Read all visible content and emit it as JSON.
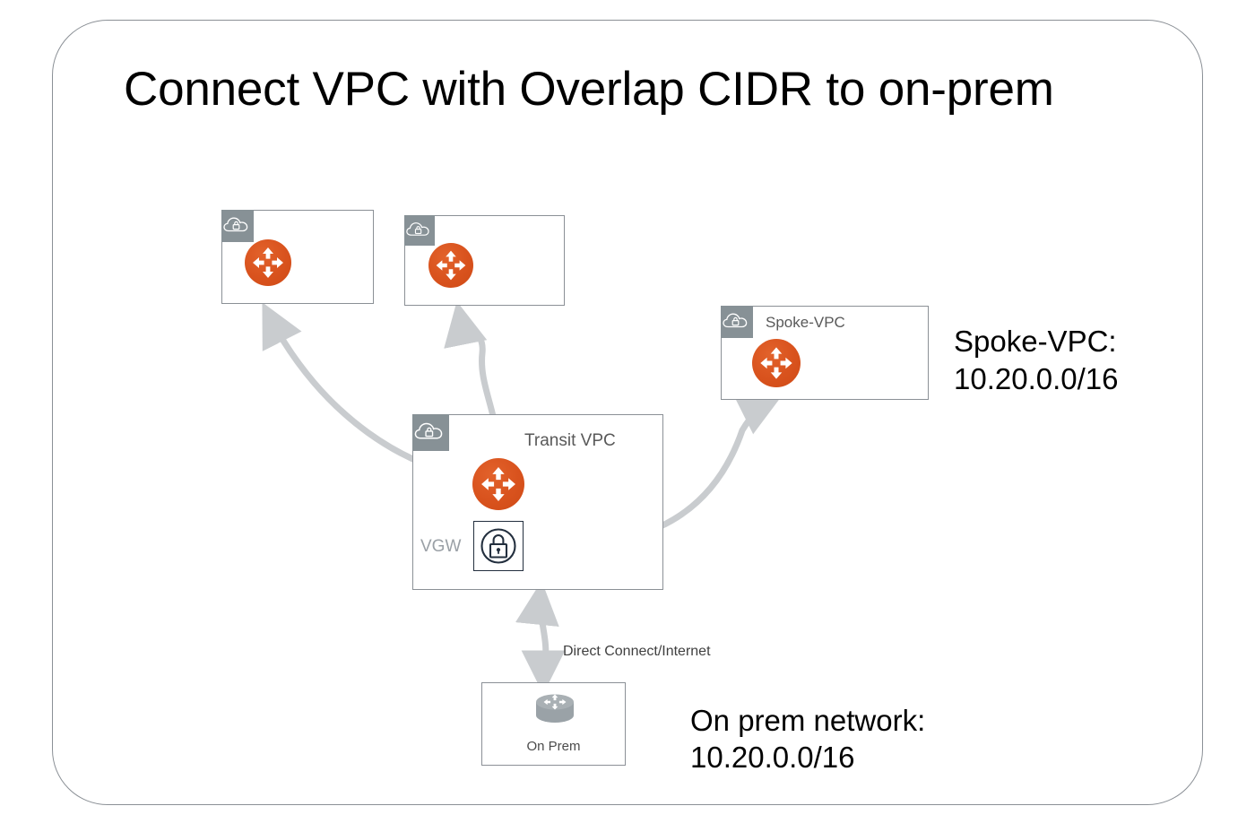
{
  "slide": {
    "title": "Connect VPC with Overlap CIDR to on-prem",
    "frame_color": "#8b9096",
    "background": "#ffffff"
  },
  "palette": {
    "router_orange": "#d9531e",
    "vpc_badge_gray": "#879196",
    "box_border_gray": "#8b9096",
    "arrow_gray": "#c9cccf",
    "dark_arrow_gray": "#8e9295",
    "vgw_navy": "#232f3e",
    "label_gray": "#595959",
    "vgw_label_gray": "#9aa0a6",
    "title_black": "#000000"
  },
  "nodes": {
    "vpc_top_left": {
      "label": "",
      "badge_icon": "vpc-cloud-lock-icon",
      "device_icon": "router-icon"
    },
    "vpc_top_middle": {
      "label": "",
      "badge_icon": "vpc-cloud-lock-icon",
      "device_icon": "router-icon"
    },
    "spoke_vpc": {
      "label": "Spoke-VPC",
      "badge_icon": "vpc-cloud-lock-icon",
      "device_icon": "router-icon"
    },
    "transit_vpc": {
      "label": "Transit VPC",
      "badge_icon": "vpc-cloud-lock-icon",
      "device_icon": "router-icon",
      "vgw_label": "VGW",
      "vgw_icon": "vgw-lock-icon"
    },
    "on_prem": {
      "label": "On Prem",
      "device_icon": "on-prem-router-icon"
    }
  },
  "edges": {
    "direct_connect": {
      "label": "Direct Connect/Internet",
      "from": "transit_vpc",
      "to": "on_prem",
      "style": "double-headed"
    },
    "transit_to_top_left": {
      "label": "",
      "from": "transit_vpc",
      "to": "vpc_top_left",
      "style": "single-headed"
    },
    "transit_to_top_middle": {
      "label": "",
      "from": "transit_vpc",
      "to": "vpc_top_middle",
      "style": "double-headed"
    },
    "vgw_to_spoke": {
      "label": "",
      "from": "transit_vpc_vgw",
      "to": "spoke_vpc",
      "style": "double-headed"
    },
    "router_to_vgw": {
      "label": "",
      "from": "transit_vpc_router",
      "to": "transit_vpc_vgw",
      "style": "curved-ribbon"
    }
  },
  "annotations": {
    "spoke_cidr_line1": "Spoke-VPC:",
    "spoke_cidr_line2": "10.20.0.0/16",
    "onprem_cidr_line1": "On prem network:",
    "onprem_cidr_line2": "10.20.0.0/16"
  }
}
